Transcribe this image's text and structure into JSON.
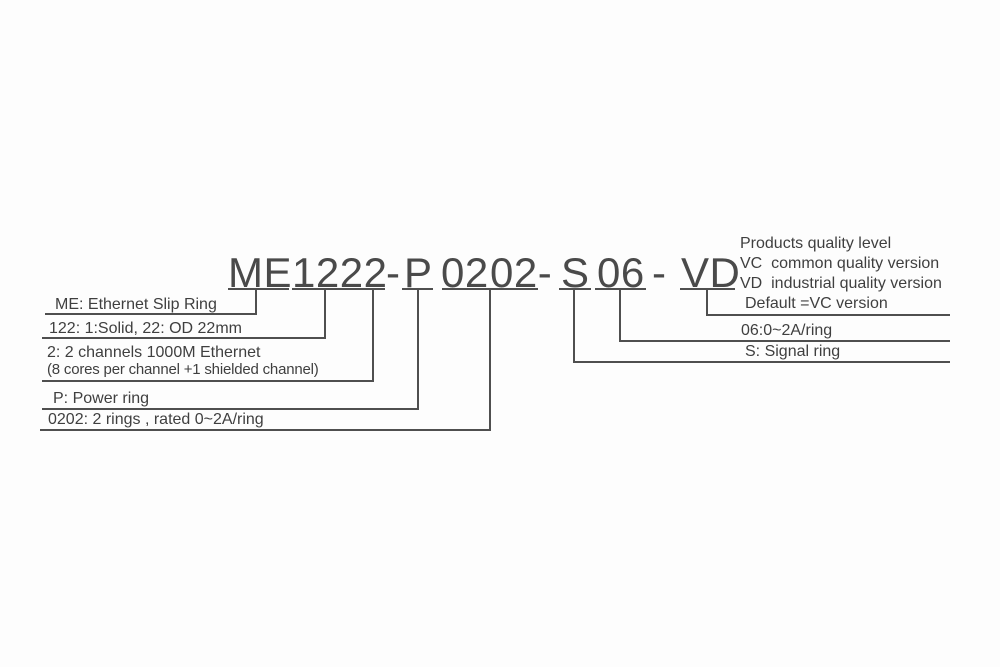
{
  "page": {
    "background_color": "#fdfdfd",
    "line_color": "#4f4f4f",
    "text_color": "#3f3f3f"
  },
  "code": {
    "full": "ME1222 - P 02 02- S 06 - VD",
    "me1222": "ME1222",
    "dash1": "-",
    "p": "P",
    "d02a": "02",
    "d02b": "02-",
    "s": "S",
    "d06": "06",
    "dash2": "-",
    "vd": "VD"
  },
  "callouts": {
    "me": "ME: Ethernet Slip Ring",
    "od": "122: 1:Solid, 22: OD 22mm",
    "channels_line1": "2: 2 channels 1000M Ethernet",
    "channels_line2": "(8 cores per channel +1 shielded channel)",
    "power": "P: Power ring",
    "power_rings": "0202: 2 rings , rated 0~2A/ring",
    "signal_rating": "06:0~2A/ring",
    "signal": "S: Signal ring",
    "quality": [
      "Products quality level",
      "VC  common quality version",
      "VD  industrial quality version",
      "Default =VC version"
    ]
  }
}
